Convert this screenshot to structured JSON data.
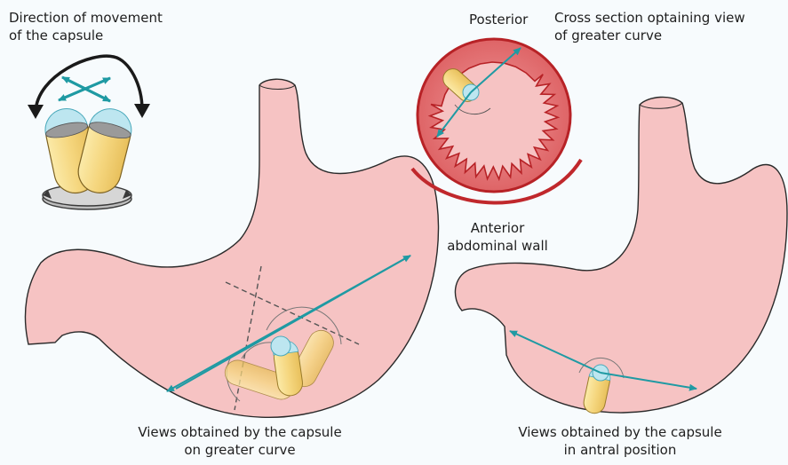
{
  "labels": {
    "direction_line1": "Direction of movement",
    "direction_line2": "of the capsule",
    "posterior": "Posterior",
    "cross_section_line1": "Cross section optaining view",
    "cross_section_line2": "of greater curve",
    "anterior_line1": "Anterior",
    "anterior_line2": "abdominal wall",
    "left_caption_line1": "Views obtained by the capsule",
    "left_caption_line2": "on greater curve",
    "right_caption_line1": "Views obtained by the capsule",
    "right_caption_line2": "in antral position"
  },
  "colors": {
    "stomach_fill": "#f6c3c3",
    "stomach_outline": "#2a2a2a",
    "arrow": "#1f9aa3",
    "capsule_body": "#f6dc8e",
    "capsule_dome": "#bde6f0",
    "cross_section_fill": "#e8787a",
    "wall": "#c0282c"
  }
}
